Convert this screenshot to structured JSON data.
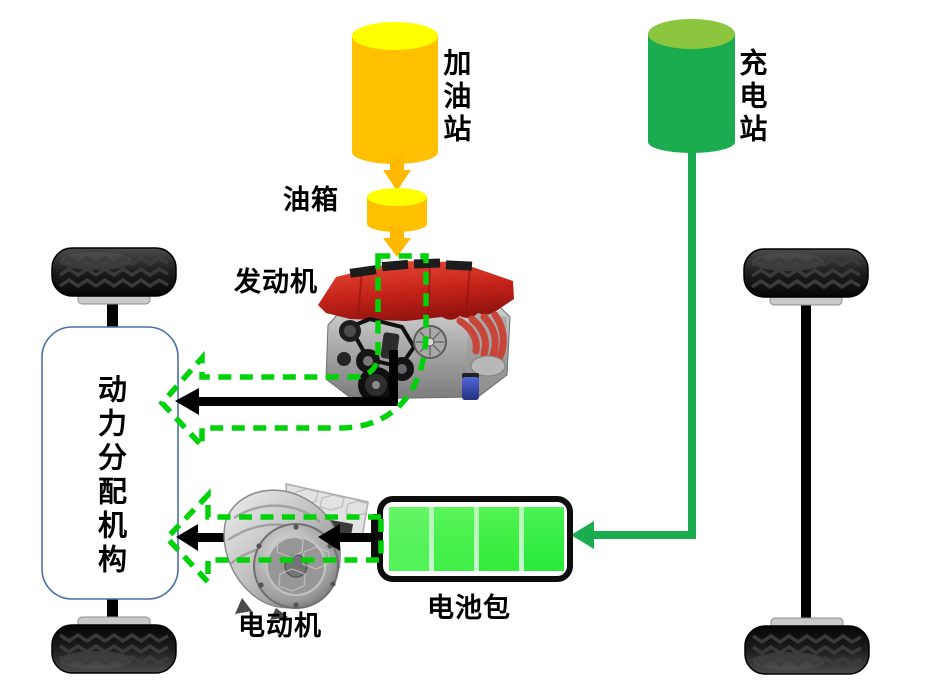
{
  "diagram": {
    "type": "hybrid-powertrain-schematic",
    "background": "#FFFFFF",
    "labels": {
      "gas_station": "加油站",
      "fuel_tank": "油箱",
      "engine": "发动机",
      "power_split": "动力分配机构",
      "motor": "电动机",
      "battery": "电池包",
      "charging_station": "充电站"
    },
    "colors": {
      "fuel_body": "#FFC000",
      "fuel_top": "#FFFF00",
      "fuel_arrow": "#FFB900",
      "charge_body": "#1CAC50",
      "charge_top": "#8CC63F",
      "charge_line": "#1CAC50",
      "dash_green": "#00D20A",
      "power_black": "#000000",
      "battery_border": "#0D0D0D",
      "battery_cell_1": "#62F662",
      "battery_cell_2": "#4CF24C",
      "battery_cell_3": "#3CEF3C",
      "battery_cell_4": "#2FEC40",
      "box_border": "#4A6FA5",
      "engine_cover": "#D6332C",
      "tire": "#1A1A1A"
    },
    "battery_cell_count": 4,
    "edges": [
      {
        "from": "gas_station",
        "to": "fuel_tank",
        "kind": "fuel-flow",
        "color": "#FFB900"
      },
      {
        "from": "fuel_tank",
        "to": "engine",
        "kind": "fuel-flow",
        "color": "#FFB900"
      },
      {
        "from": "engine",
        "to": "power_split",
        "kind": "mechanical-power",
        "color": "#000000"
      },
      {
        "from": "engine",
        "to": "power_split",
        "kind": "energy-flow",
        "style": "dashed-block-arrow",
        "color": "#00D20A"
      },
      {
        "from": "charging_station",
        "to": "battery",
        "kind": "electric-power",
        "color": "#1CAC50"
      },
      {
        "from": "battery",
        "to": "motor",
        "kind": "electric-power",
        "color": "#000000"
      },
      {
        "from": "motor",
        "to": "power_split",
        "kind": "mechanical-power",
        "color": "#000000"
      },
      {
        "from": "battery",
        "to": "power_split",
        "kind": "energy-flow",
        "style": "dashed-block-arrow",
        "color": "#00D20A"
      },
      {
        "from": "power_split",
        "to": "front_left_wheel",
        "kind": "axle",
        "color": "#000000"
      },
      {
        "from": "power_split",
        "to": "rear_left_wheel",
        "kind": "axle",
        "color": "#000000"
      },
      {
        "from": "front_right_wheel",
        "to": "rear_right_wheel",
        "kind": "axle",
        "color": "#000000"
      }
    ]
  }
}
